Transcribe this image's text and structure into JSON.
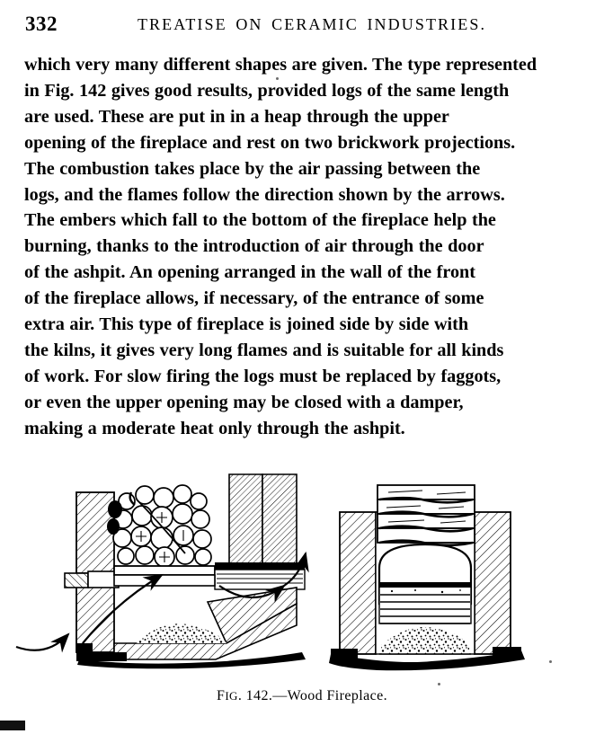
{
  "page": {
    "folio": "332",
    "running_head": "TREATISE ON CERAMIC INDUSTRIES."
  },
  "body": {
    "lines": [
      "which very many different shapes are given.   The type represented",
      "in Fig. 142 gives good results, provided logs of the same length",
      "are used.  These are put in in a heap through the upper",
      "opening of the fireplace and rest on two brickwork projections.",
      "The combustion takes place by the air passing between the",
      "logs, and the flames follow the direction shown by the arrows.",
      "The embers which fall to the bottom of the fireplace help the",
      "burning, thanks to the introduction of air through the door",
      "of the ashpit.  An opening arranged in the wall of the front",
      "of the fireplace allows, if necessary, of the entrance of some",
      "extra air.  This type of fireplace is joined side by side with",
      "the kilns, it gives very long flames and is suitable for all kinds",
      "of work.  For slow firing the logs must be replaced by faggots,",
      "or even the upper opening may be closed with a damper,",
      "making a moderate heat only through the ashpit."
    ],
    "full_text": "which very many different shapes are given. The type represented in Fig. 142 gives good results, provided logs of the same length are used. These are put in in a heap through the upper opening of the fireplace and rest on two brickwork projections. The combustion takes place by the air passing between the logs, and the flames follow the direction shown by the arrows. The embers which fall to the bottom of the fireplace help the burning, thanks to the introduction of air through the door of the ashpit. An opening arranged in the wall of the front of the fireplace allows, if necessary, of the entrance of some extra air. This type of fireplace is joined side by side with the kilns, it gives very long flames and is suitable for all kinds of work. For slow firing the logs must be replaced by faggots, or even the upper opening may be closed with a damper, making a moderate heat only through the ashpit."
  },
  "figure": {
    "caption_label": "F",
    "caption_label_rest": "IG",
    "caption_number": ". 142.",
    "caption_dash": "—",
    "caption_title": "Wood Fireplace.",
    "caption_full": "FIG. 142.—Wood Fireplace.",
    "left_view": "sectional view of wood fireplace with log pile, airflow arrows and ashpit",
    "right_view": "front elevation of wood fireplace with arched opening and stacked logs"
  },
  "colors": {
    "paper": "#ffffff",
    "ink": "#000000"
  }
}
